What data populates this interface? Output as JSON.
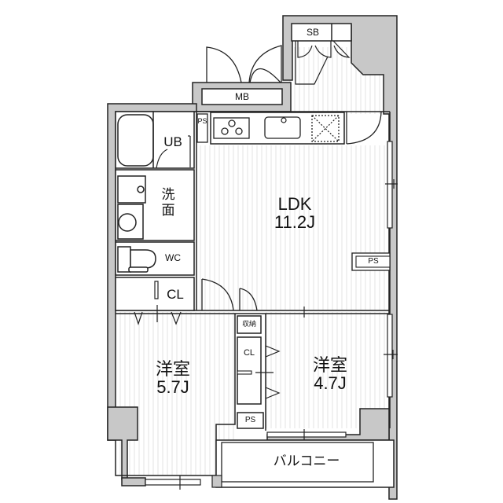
{
  "floorplan": {
    "rooms": {
      "ldk": {
        "name": "LDK",
        "size": "11.2J"
      },
      "western_room_1": {
        "name": "洋室",
        "size": "5.7J"
      },
      "western_room_2": {
        "name": "洋室",
        "size": "4.7J"
      },
      "unit_bath": {
        "name": "UB"
      },
      "washroom": {
        "name": "洗面"
      },
      "toilet": {
        "name": "WC"
      },
      "closet_1": {
        "name": "CL"
      },
      "closet_2": {
        "name": "CL"
      },
      "storage": {
        "name": "収納"
      },
      "balcony": {
        "name": "バルコニー"
      },
      "meter_box": {
        "name": "MB"
      },
      "shoe_box": {
        "name": "SB"
      },
      "pipe_space_1": {
        "name": "PS"
      },
      "pipe_space_2": {
        "name": "PS"
      },
      "pipe_space_3": {
        "name": "PS"
      }
    },
    "colors": {
      "wall_fill": "#c8c8c8",
      "line": "#222222",
      "floor_stripe": "#e6e6e6",
      "background": "#ffffff"
    }
  }
}
